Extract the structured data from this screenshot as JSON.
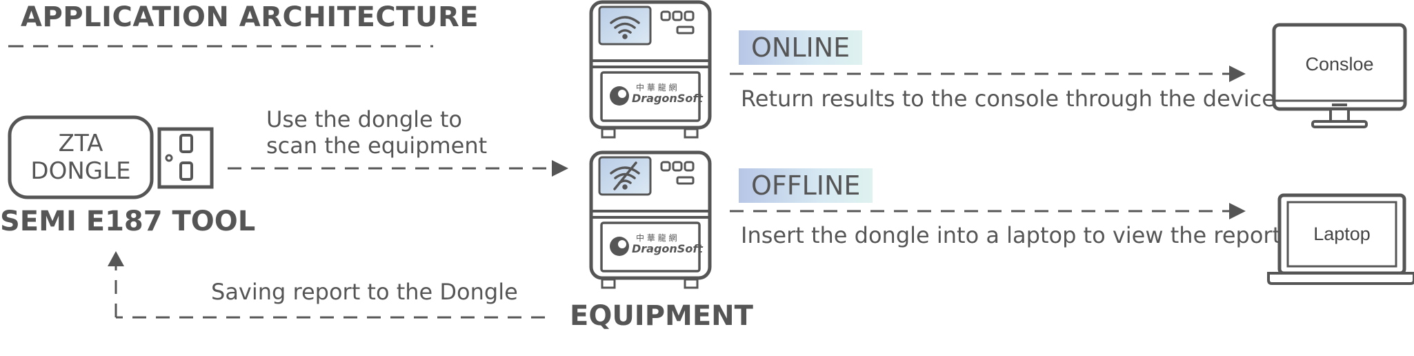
{
  "title": "APPLICATION ARCHITECTURE",
  "dongle": {
    "line1": "ZTA",
    "line2": "DONGLE"
  },
  "tool_label": "SEMI E187 TOOL",
  "scan_caption": {
    "line1": "Use the dongle to",
    "line2": "scan the equipment"
  },
  "save_caption": "Saving report to the Dongle",
  "equipment_label": "EQUIPMENT",
  "online": {
    "badge": "ONLINE",
    "caption": "Return results to the console through the device",
    "target": "Consloe"
  },
  "offline": {
    "badge": "OFFLINE",
    "caption": "Insert the dongle into a laptop to view the report",
    "target": "Laptop"
  },
  "device_brand": {
    "chinese": "中 華 龍 網",
    "name": "DragonSoft"
  },
  "icons": [
    "wifi-icon",
    "wifi-off-icon",
    "dragonsoft-logo",
    "usb-port-icon",
    "monitor-icon",
    "laptop-icon"
  ],
  "colors": {
    "ink": "#555555",
    "badge_start": "#b7c6e6",
    "badge_end": "#dff2f0",
    "screen": "#c9d9ec"
  }
}
